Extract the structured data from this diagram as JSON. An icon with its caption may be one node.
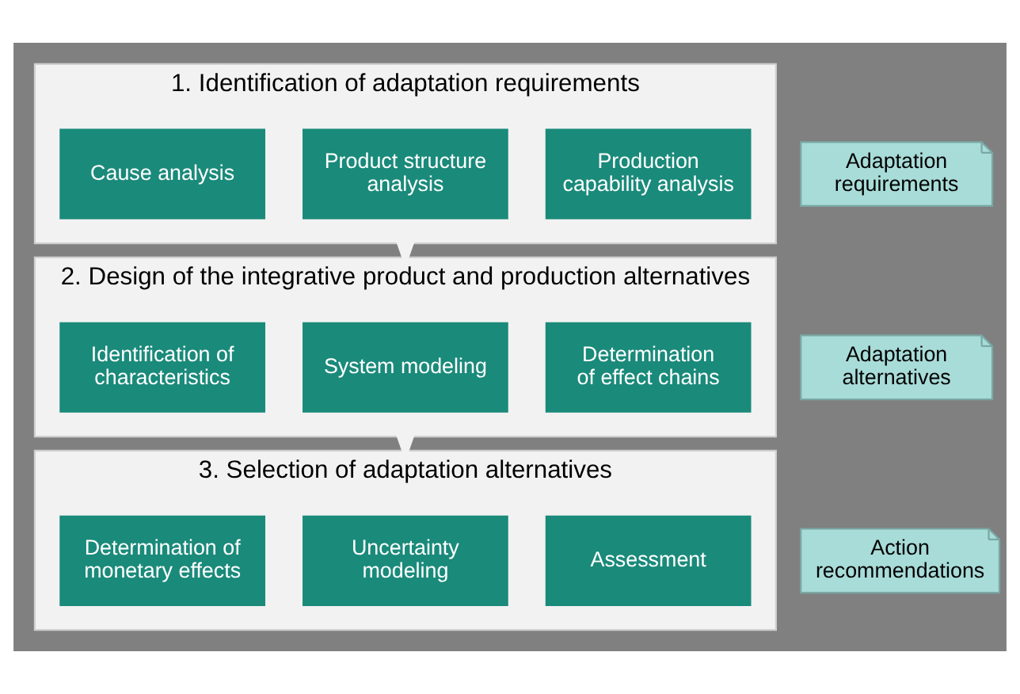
{
  "diagram": {
    "nodes": [
      {
        "text": [
          "1. Identification of adaptation requirements"
        ]
      },
      {
        "text": [
          "Cause analysis"
        ],
        "in": 0
      },
      {
        "text": [
          "Product structure analysis"
        ],
        "in": 0
      },
      {
        "text": [
          "Production capability analysis"
        ],
        "in": 0
      },
      {
        "text": [
          "Adaptation requirements"
        ]
      },
      {
        "text": [
          "2. Design of the integrative product and production alternatives"
        ]
      },
      {
        "text": [
          "Identification of characteristics"
        ],
        "in": 5
      },
      {
        "text": [
          "System modeling"
        ],
        "in": 5
      },
      {
        "text": [
          "Determination of effect chains"
        ],
        "in": 5
      },
      {
        "text": [
          "Adaptation alternatives"
        ]
      },
      {
        "text": [
          "3. Selection of adaptation alternatives"
        ]
      },
      {
        "text": [
          "Determination of monetary effects"
        ],
        "in": 10
      },
      {
        "text": [
          "Uncertainty modeling"
        ],
        "in": 10
      },
      {
        "text": [
          "Assessment"
        ],
        "in": 10
      },
      {
        "text": [
          "Action recommendations"
        ]
      }
    ],
    "edges": [
      {
        "from": 0,
        "to": 5,
        "arrow": "to"
      },
      {
        "from": 5,
        "to": 10,
        "arrow": "to"
      }
    ]
  }
}
